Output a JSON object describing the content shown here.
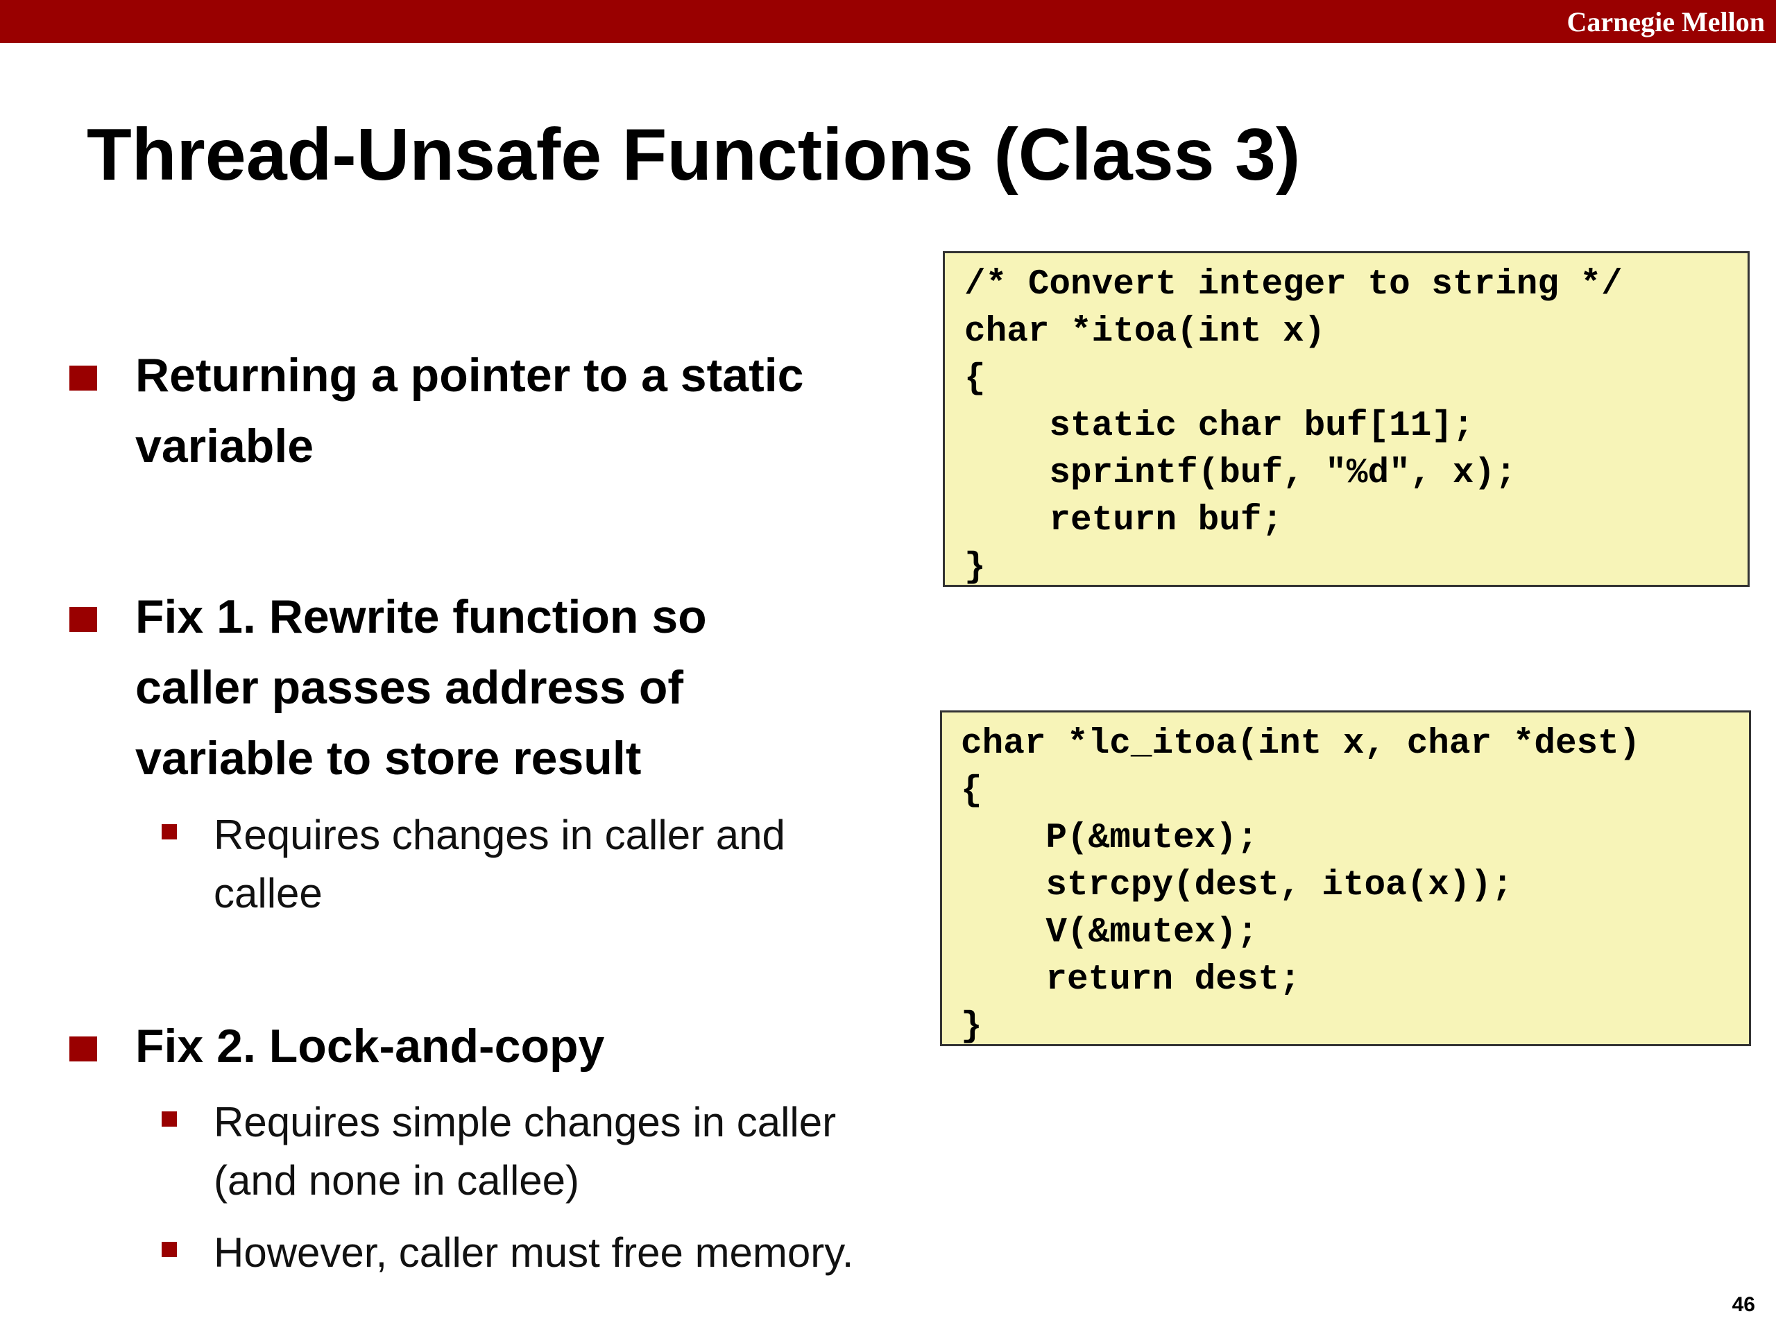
{
  "header": {
    "brand": "Carnegie Mellon"
  },
  "slide": {
    "title": "Thread-Unsafe Functions (Class 3)",
    "page_number": "46"
  },
  "bullets": [
    {
      "lines": [
        "Returning a pointer to a static",
        "variable"
      ],
      "sub": []
    },
    {
      "lines": [
        "Fix 1.  Rewrite function so",
        "caller passes address of",
        "variable to store result"
      ],
      "sub": [
        {
          "lines": [
            "Requires changes in caller and",
            "callee"
          ]
        }
      ]
    },
    {
      "lines": [
        "Fix 2. Lock-and-copy"
      ],
      "sub": [
        {
          "lines": [
            "Requires simple changes in caller",
            "(and none in callee)"
          ]
        },
        {
          "lines": [
            "However, caller must free memory."
          ]
        }
      ]
    }
  ],
  "code_boxes": [
    {
      "lines": [
        "/* Convert integer to string */",
        "char *itoa(int x)",
        "{",
        "    static char buf[11];",
        "    sprintf(buf, \"%d\", x);",
        "    return buf;",
        "}"
      ]
    },
    {
      "lines": [
        "char *lc_itoa(int x, char *dest)",
        "{",
        "    P(&mutex);",
        "    strcpy(dest, itoa(x));",
        "    V(&mutex);",
        "    return dest;",
        "}"
      ]
    }
  ],
  "colors": {
    "brand_red": "#990000",
    "code_background": "#f7f4b8"
  }
}
